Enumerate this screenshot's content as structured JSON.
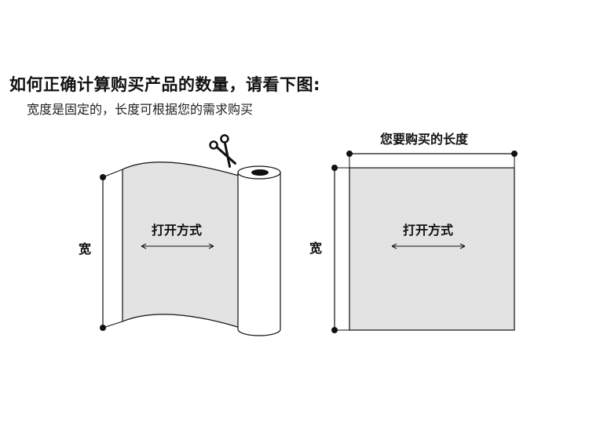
{
  "header": {
    "title": "如何正确计算购买产品的数量，请看下图:",
    "subtitle": "宽度是固定的，长度可根据您的需求购买"
  },
  "left_figure": {
    "width_label": "宽",
    "open_label": "打开方式",
    "icon": "scissors-icon"
  },
  "right_figure": {
    "length_label": "您要购买的长度",
    "width_label": "宽",
    "open_label": "打开方式"
  },
  "colors": {
    "sheet_fill": "#e3e3e3",
    "line": "#111111",
    "background": "#ffffff"
  }
}
